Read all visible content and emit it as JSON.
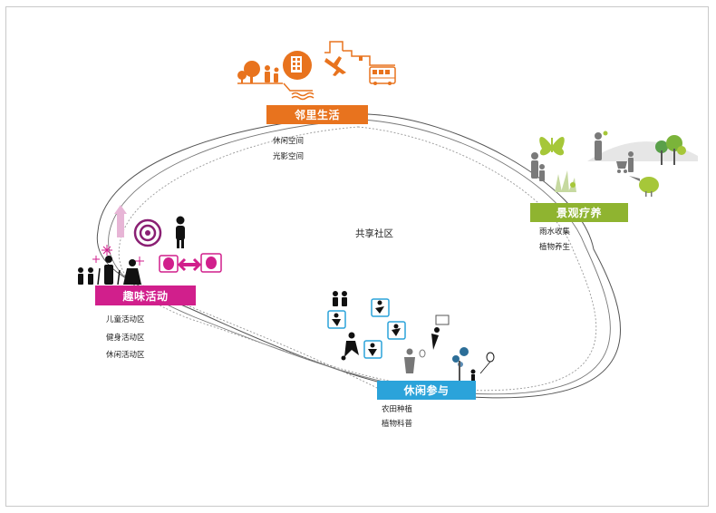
{
  "center": {
    "title": "共享社区"
  },
  "nodes": {
    "neighborhood": {
      "title": "邻里生活",
      "color": "#e8731e",
      "items": [
        "休闲空间",
        "光影空间"
      ]
    },
    "wellness": {
      "title": "景观疗养",
      "color": "#8fb430",
      "items": [
        "雨水收集",
        "植物养生"
      ]
    },
    "fun": {
      "title": "趣味活动",
      "color": "#d11f8c",
      "items": [
        "儿童活动区",
        "健身活动区",
        "休闲活动区"
      ]
    },
    "leisure": {
      "title": "休闲参与",
      "color": "#2ba3da",
      "items": [
        "农田种植",
        "植物科普"
      ]
    }
  },
  "icons": {
    "neighborhood": [
      "tree-icon",
      "family-icon",
      "building-icon",
      "water-waves-icon",
      "airplane-icon",
      "bus-icon"
    ],
    "wellness": [
      "butterfly-icon",
      "family-walk-icon",
      "tree-cluster-icon",
      "stroller-icon",
      "kiwi-bird-icon",
      "grass-icon"
    ],
    "fun": [
      "firework-icon",
      "rocket-icon",
      "target-icon",
      "person-icon",
      "theater-masks-icon",
      "elderly-icon",
      "children-icon"
    ],
    "leisure": [
      "children-pair-icon",
      "sport-tile-icon",
      "basketball-icon",
      "soccer-icon",
      "tennis-icon",
      "balloon-tree-icon"
    ]
  }
}
